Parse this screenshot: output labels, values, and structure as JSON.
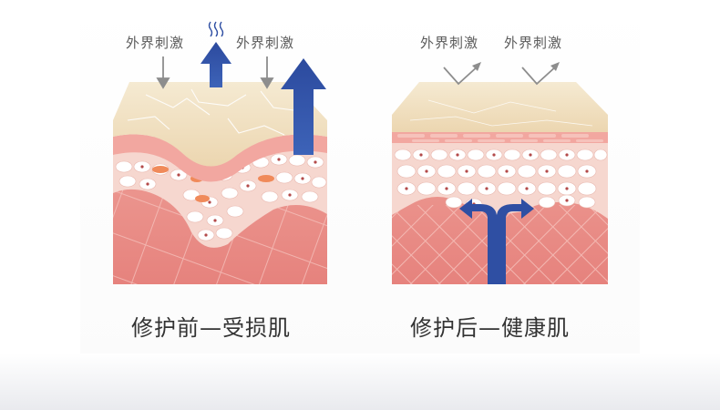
{
  "left_panel": {
    "stimulus_label_1": "外界刺激",
    "stimulus_label_2": "外界刺激",
    "caption": "修护前—受损肌"
  },
  "right_panel": {
    "stimulus_label_1": "外界刺激",
    "stimulus_label_2": "外界刺激",
    "caption": "修护后—健康肌"
  },
  "colors": {
    "surface": "#f1dfbf",
    "epidermis": "#f2c0b6",
    "dermis": "#ea958f",
    "arrow_blue": "#2f4fa3",
    "stimulus_arrow": "#8d8d8d",
    "damaged_cell": "#f08a5a"
  }
}
